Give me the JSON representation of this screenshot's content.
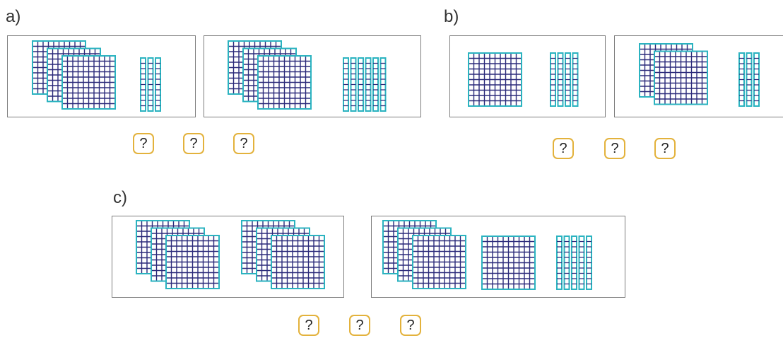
{
  "problems": [
    {
      "label": "a)",
      "left_panel": {
        "hundreds": 3,
        "tens": 3
      },
      "right_panel": {
        "hundreds": 3,
        "tens": 6
      },
      "answers": [
        "?",
        "?",
        "?"
      ]
    },
    {
      "label": "b)",
      "left_panel": {
        "hundreds": 1,
        "tens": 4
      },
      "right_panel": {
        "hundreds": 2,
        "tens": 3
      },
      "answers": [
        "?",
        "?",
        "?"
      ]
    },
    {
      "label": "c)",
      "left_panel": {
        "hundreds": 6,
        "tens": 0
      },
      "right_panel": {
        "hundreds": 4,
        "tens": 5
      },
      "answers": [
        "?",
        "?",
        "?"
      ]
    }
  ],
  "colors": {
    "square_outline": "#2bb3c0",
    "square_grid": "#2b2a7a",
    "rod_outline": "#2bb3c0",
    "panel_border": "#7d7d7d",
    "answer_box_border": "#e3b23c"
  }
}
